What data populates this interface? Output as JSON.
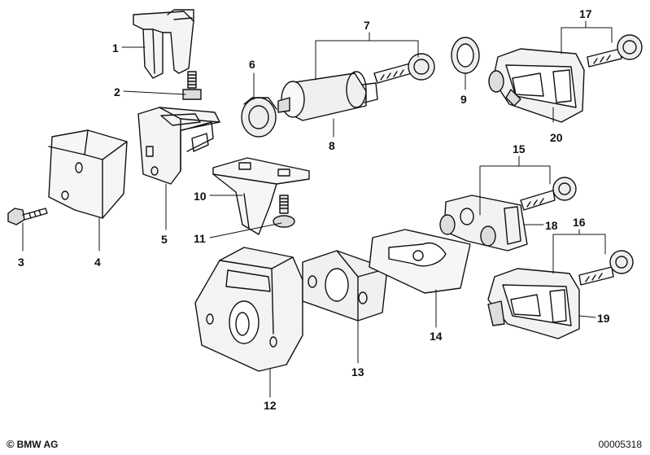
{
  "callouts": {
    "c1": "1",
    "c2": "2",
    "c3": "3",
    "c4": "4",
    "c5": "5",
    "c6": "6",
    "c7": "7",
    "c8": "8",
    "c9": "9",
    "c10": "10",
    "c11": "11",
    "c12": "12",
    "c13": "13",
    "c14": "14",
    "c15": "15",
    "c16": "16",
    "c17": "17",
    "c18": "18",
    "c19": "19",
    "c20": "20"
  },
  "footer": {
    "copyright_symbol": "©",
    "brand": "BMW AG",
    "diagram_number": "00005318"
  }
}
